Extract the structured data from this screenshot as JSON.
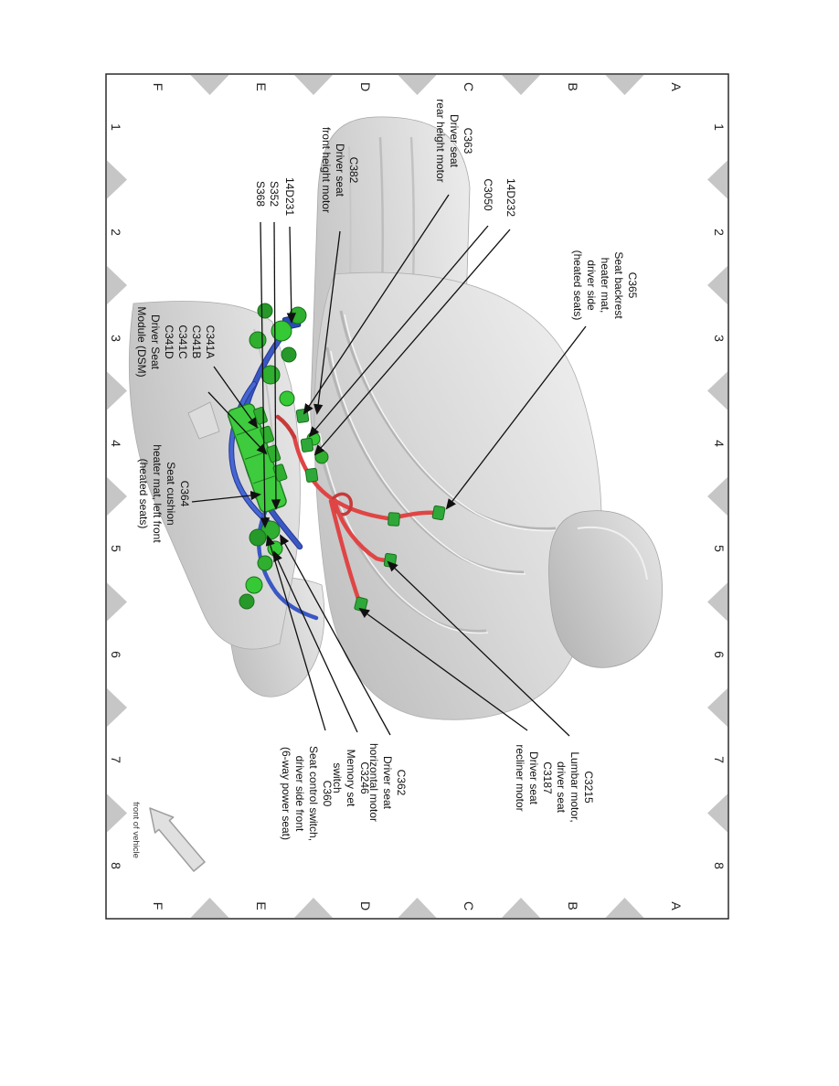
{
  "figure": {
    "subject": "Driver seat wiring harness pictorial",
    "front_arrow": {
      "label": "front of vehicle"
    }
  },
  "grid": {
    "columns": [
      "1",
      "2",
      "3",
      "4",
      "5",
      "6",
      "7",
      "8"
    ],
    "rows": [
      "A",
      "B",
      "C",
      "D",
      "E",
      "F"
    ]
  },
  "labels": {
    "d14231": [
      "14D231"
    ],
    "s352_s368": [
      "S352",
      "S368"
    ],
    "c382": [
      "C382",
      "Driver seat",
      "front height motor"
    ],
    "c363": [
      "C363",
      "Driver seat",
      "rear height motor"
    ],
    "c3050": [
      "C3050"
    ],
    "d14232": [
      "14D232"
    ],
    "c365": [
      "C365",
      "Seat backrest",
      "heater mat,",
      "driver side",
      "(heated seats)"
    ],
    "c341_dsm": [
      "C341A",
      "C341B",
      "C341C",
      "C341D",
      "Driver Seat",
      "Module (DSM)"
    ],
    "c364": [
      "C364",
      "Seat cushion",
      "heater mat, left front",
      "(heated seats)"
    ],
    "c360": [
      "C360",
      "Seat control switch,",
      "driver side front",
      "(6-way power seat)"
    ],
    "c3246": [
      "C3246",
      "Memory set",
      "switch"
    ],
    "c362": [
      "C362",
      "Driver seat",
      "horizontal motor"
    ],
    "c3187": [
      "C3187",
      "Driver seat",
      "recliner motor"
    ],
    "c3215": [
      "C3215",
      "Lumbar motor,",
      "driver seat"
    ]
  },
  "colors": {
    "harness_green": "#3ecb3e",
    "connector_green": "#2fa83a",
    "wire_blue": "#3a57c4",
    "wire_red": "#e04545",
    "seat_gray": "#d2d2d2",
    "zone_marker_gray": "#c6c6c6",
    "leader_line": "#101010"
  }
}
